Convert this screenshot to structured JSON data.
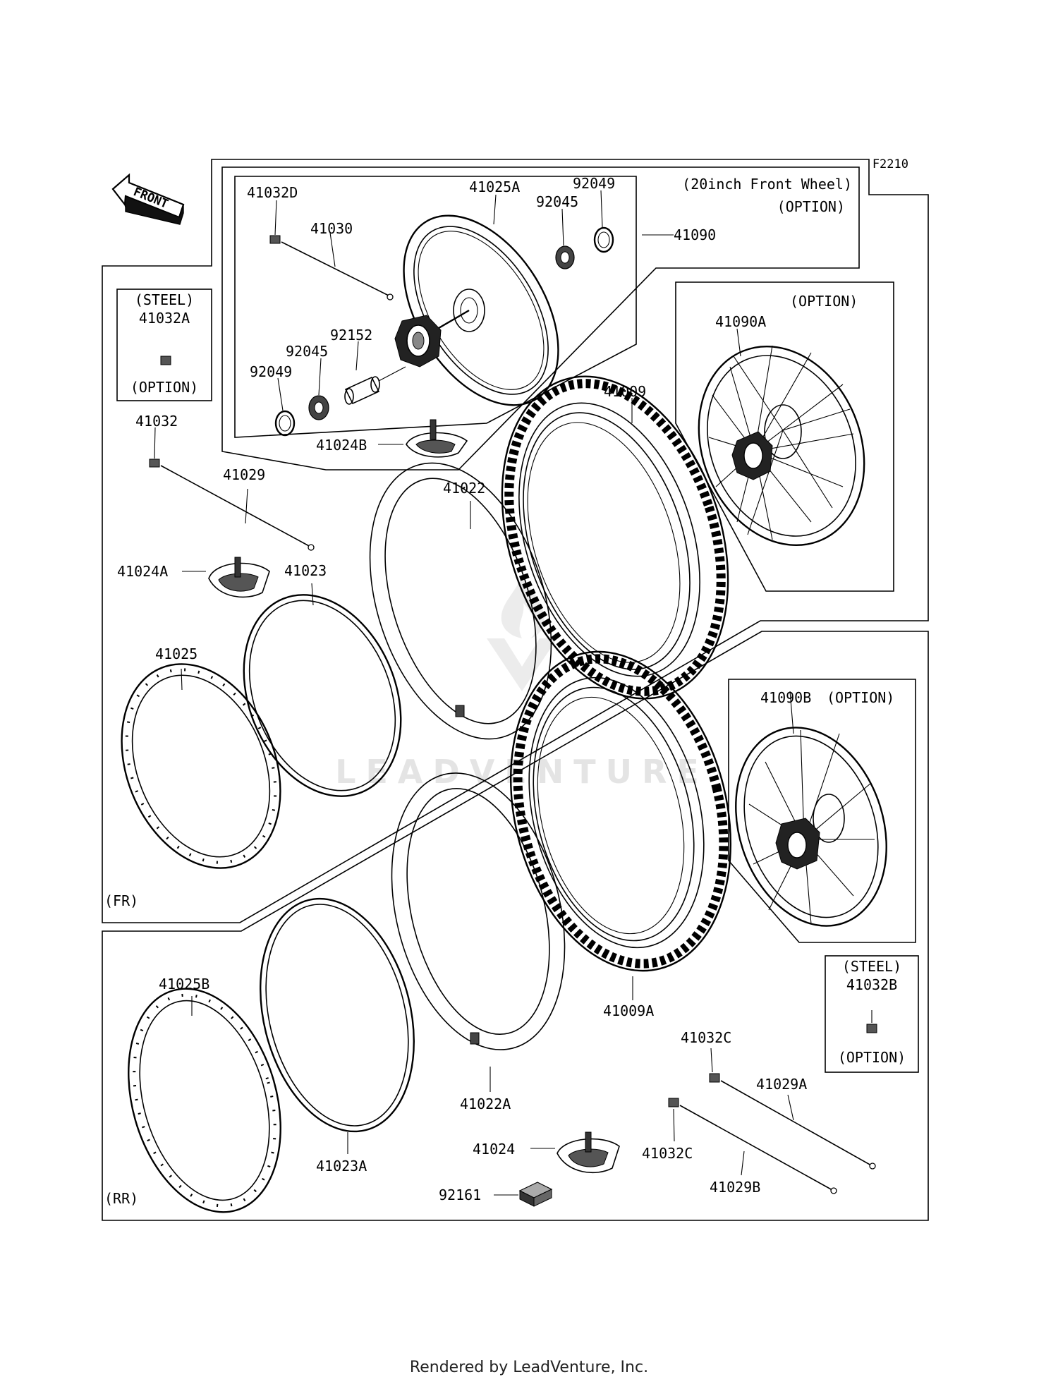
{
  "diagram_code": "F2210",
  "front_label": "FRONT",
  "watermark": "LEADVENTURE",
  "footer": "Rendered by LeadVenture, Inc.",
  "sections": {
    "fr": "(FR)",
    "rr": "(RR)"
  },
  "option_boxes": {
    "front_wheel_20": {
      "title": "(20inch Front Wheel)",
      "tag": "(OPTION)"
    },
    "wheel_41090a": {
      "tag": "(OPTION)"
    },
    "wheel_41090b": {
      "tag": "(OPTION)"
    },
    "steel_41032a": {
      "material": "(STEEL)",
      "part": "41032A",
      "tag": "(OPTION)"
    },
    "steel_41032b": {
      "material": "(STEEL)",
      "part": "41032B",
      "tag": "(OPTION)"
    }
  },
  "parts": {
    "p41032D": "41032D",
    "p41025A": "41025A",
    "p92049_top": "92049",
    "p92045_top": "92045",
    "p41090": "41090",
    "p41030": "41030",
    "p92152": "92152",
    "p92045_low": "92045",
    "p92049_low": "92049",
    "p41024B": "41024B",
    "p41090A": "41090A",
    "p41009": "41009",
    "p41032": "41032",
    "p41029": "41029",
    "p41022": "41022",
    "p41024A": "41024A",
    "p41023": "41023",
    "p41025": "41025",
    "p41090B": "41090B",
    "p41025B": "41025B",
    "p41009A": "41009A",
    "p41032C_top": "41032C",
    "p41029A": "41029A",
    "p41022A": "41022A",
    "p41024": "41024",
    "p41032C_low": "41032C",
    "p23A": "41023A",
    "p41029B": "41029B",
    "p92161": "92161"
  }
}
